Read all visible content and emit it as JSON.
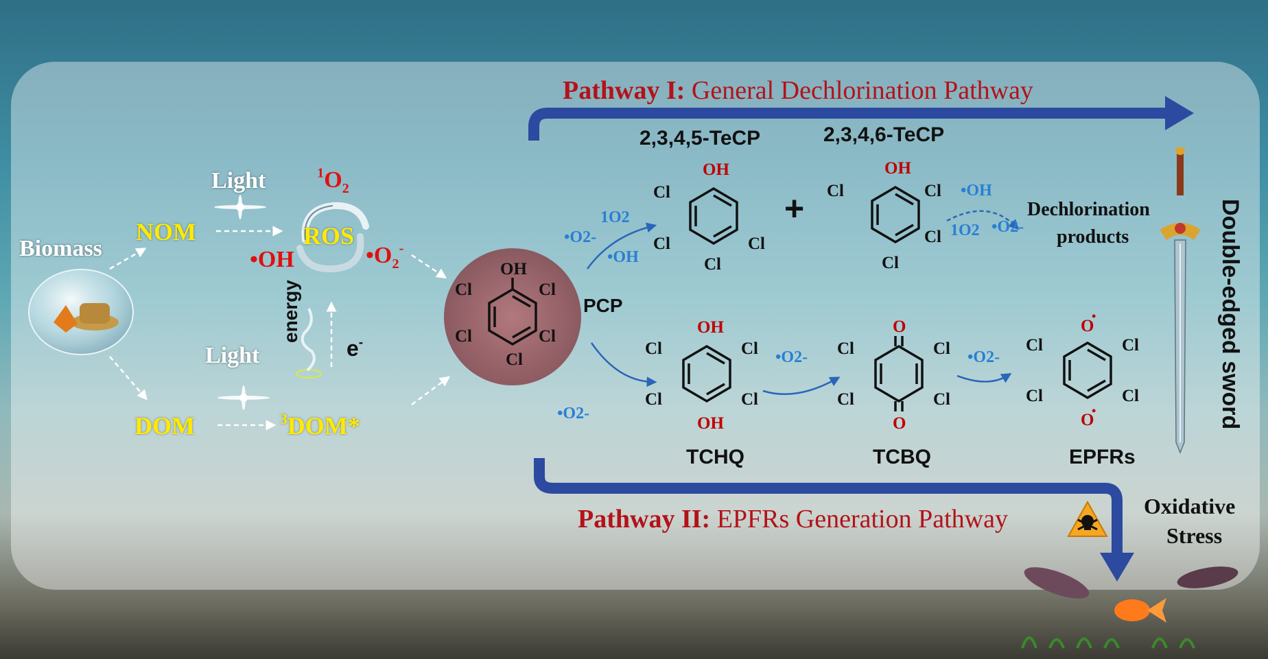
{
  "pathway1": {
    "title_bold": "Pathway I:",
    "title_rest": "General Dechlorination Pathway"
  },
  "pathway2": {
    "title_bold": "Pathway II:",
    "title_rest": "EPFRs Generation Pathway"
  },
  "left": {
    "biomass": "Biomass",
    "nom": "NOM",
    "dom": "DOM",
    "light_top": "Light",
    "light_bottom": "Light",
    "ros": "ROS",
    "singlet_o2_sup": "1",
    "singlet_o2_base": "O",
    "singlet_o2_sub": "2",
    "oh_radical": "•OH",
    "superoxide_base": "•O",
    "superoxide_sub": "2",
    "superoxide_sup": "-",
    "energy": "energy",
    "electron_base": "e",
    "electron_sup": "-",
    "triplet_dom_sup": "3",
    "triplet_dom_base": "DOM*"
  },
  "molecules": {
    "pcp": {
      "label": "PCP",
      "oh": "OH",
      "cl": "Cl"
    },
    "tecp2345": {
      "label": "2,3,4,5-TeCP",
      "oh": "OH",
      "cl": "Cl"
    },
    "tecp2346": {
      "label": "2,3,4,6-TeCP",
      "oh": "OH",
      "cl": "Cl"
    },
    "tchq": {
      "label": "TCHQ",
      "oh": "OH",
      "cl": "Cl"
    },
    "tcbq": {
      "label": "TCBQ",
      "o": "O",
      "cl": "Cl"
    },
    "epfrs": {
      "label": "EPFRs",
      "o": "O",
      "cl": "Cl",
      "dot": "•"
    }
  },
  "plus": "+",
  "reagents": {
    "o2minus": "•O2-",
    "oh": "•OH",
    "singlet": "1O2"
  },
  "products": {
    "line1": "Dechlorination",
    "line2": "products"
  },
  "sword_label": "Double-edged sword",
  "stress": {
    "line1": "Oxidative",
    "line2": "Stress"
  },
  "colors": {
    "pathway_arrow": "#2c4aa0",
    "pathway_text": "#b3121a",
    "ros_red": "#e01010",
    "reagent_blue": "#2a7fd3",
    "label_yellow": "#ffea00"
  }
}
